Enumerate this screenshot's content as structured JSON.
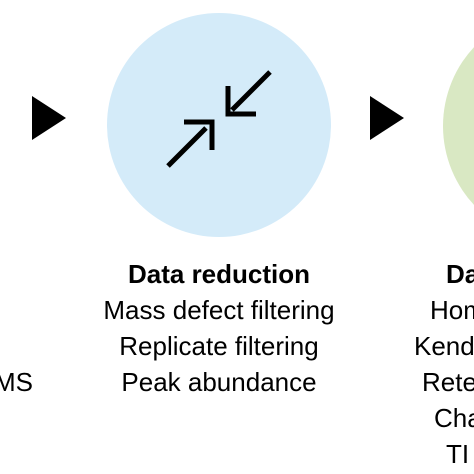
{
  "colors": {
    "center_circle_fill": "#d4ebf9",
    "right_circle_fill": "#d9e8c3",
    "arrow_fill": "#000000",
    "icon_stroke": "#000000"
  },
  "icons": {
    "center": "compress-arrows-icon",
    "left_arrow": "play-arrow-icon",
    "right_arrow": "play-arrow-icon"
  },
  "left_column": {
    "visible_fragment": "MS"
  },
  "center_column": {
    "title": "Data reduction",
    "items": [
      "Mass defect filtering",
      "Replicate filtering",
      "Peak abundance"
    ]
  },
  "right_column": {
    "title_fragment": "Da",
    "items_fragments": [
      "Hom",
      "Kend",
      "Rete",
      "Cha",
      "TI"
    ]
  }
}
